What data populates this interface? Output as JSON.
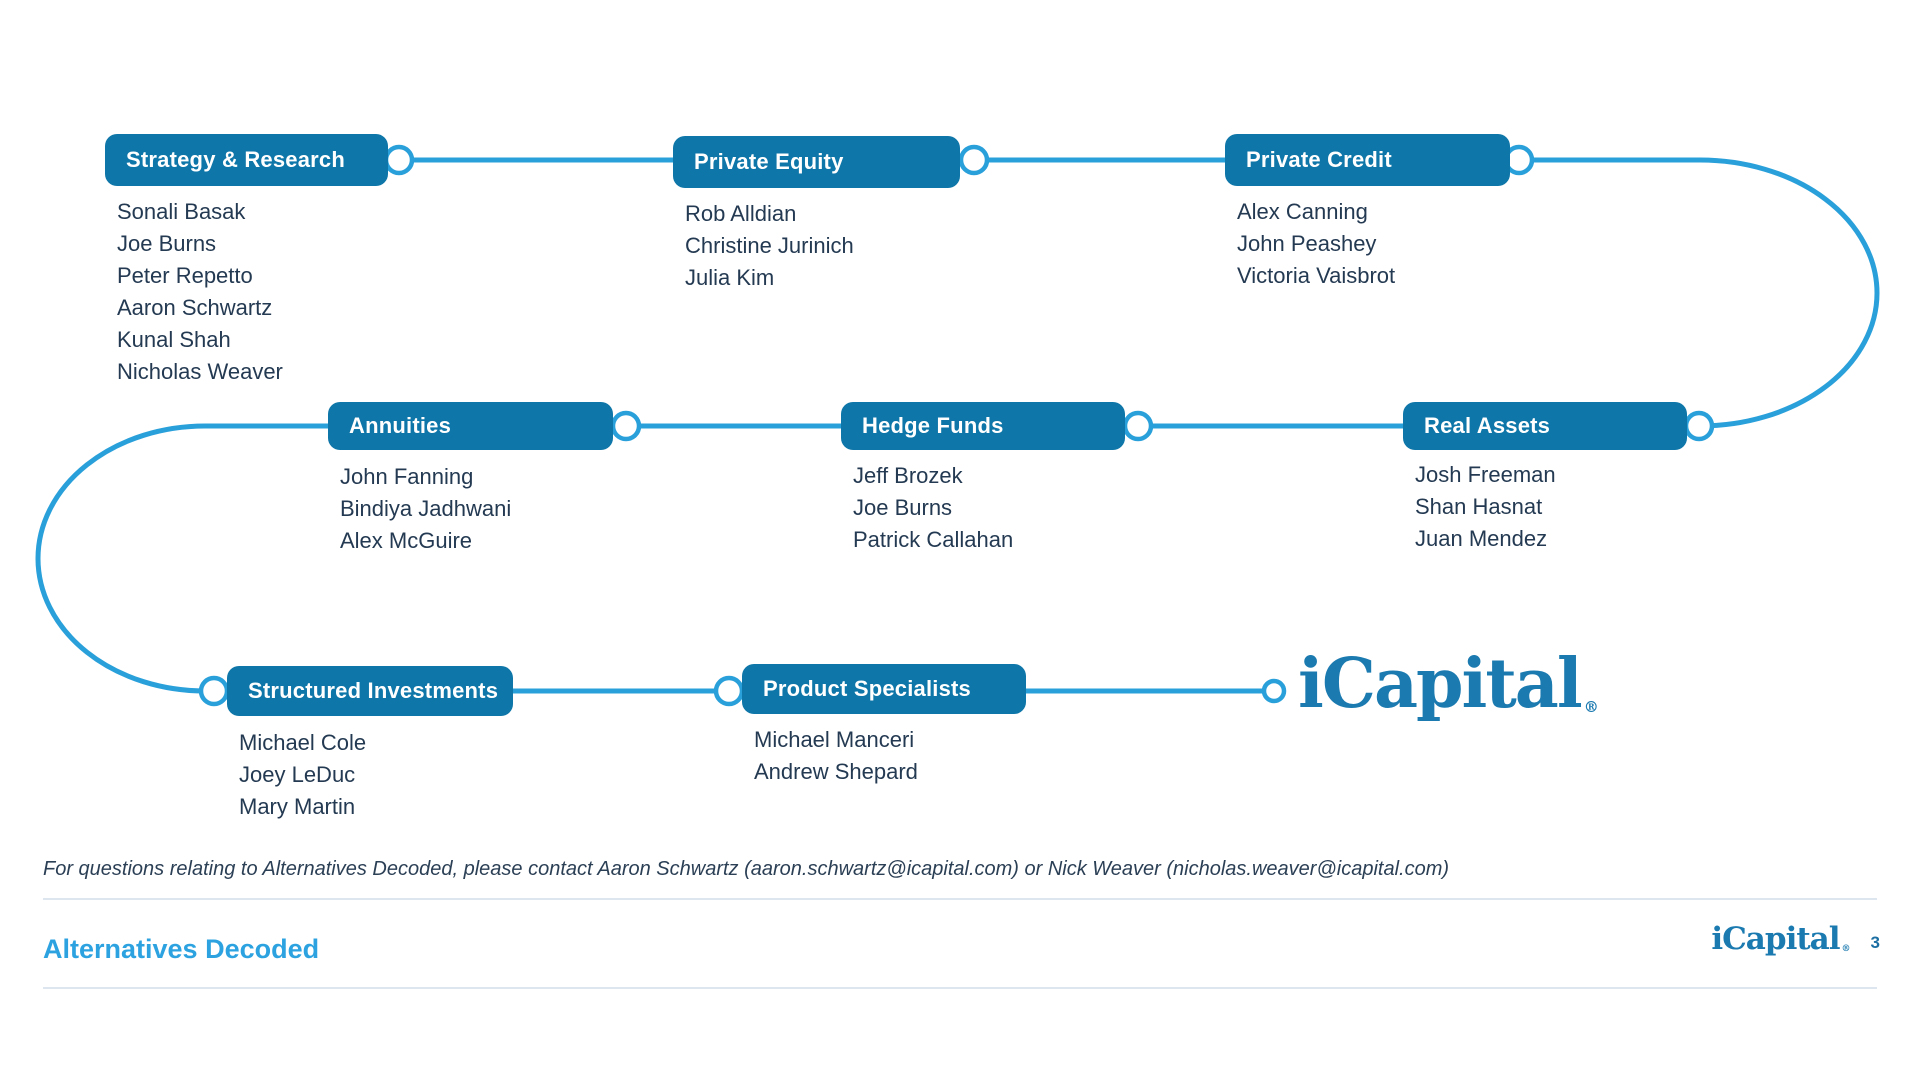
{
  "colors": {
    "box_fill": "#0e76a8",
    "flow_line": "#2aa0da",
    "node_fill": "#ffffff",
    "member_text": "#243a52",
    "footer_accent": "#2ca3e0",
    "logo_blue": "#1b7ab0"
  },
  "teams": [
    {
      "title": "Strategy & Research",
      "members": [
        "Sonali Basak",
        "Joe Burns",
        "Peter Repetto",
        "Aaron Schwartz",
        "Kunal Shah",
        "Nicholas Weaver"
      ]
    },
    {
      "title": "Private Equity",
      "members": [
        "Rob Alldian",
        "Christine Jurinich",
        "Julia Kim"
      ]
    },
    {
      "title": "Private Credit",
      "members": [
        "Alex Canning",
        "John Peashey",
        "Victoria Vaisbrot"
      ]
    },
    {
      "title": "Annuities",
      "members": [
        "John Fanning",
        "Bindiya Jadhwani",
        "Alex McGuire"
      ]
    },
    {
      "title": "Hedge Funds",
      "members": [
        "Jeff Brozek",
        "Joe Burns",
        "Patrick Callahan"
      ]
    },
    {
      "title": "Real Assets",
      "members": [
        "Josh Freeman",
        "Shan Hasnat",
        "Juan Mendez"
      ]
    },
    {
      "title": "Structured Investments",
      "members": [
        "Michael Cole",
        "Joey LeDuc",
        "Mary Martin"
      ]
    },
    {
      "title": "Product Specialists",
      "members": [
        "Michael Manceri",
        "Andrew Shepard"
      ]
    }
  ],
  "logo": {
    "text": "iCapital",
    "registered_mark": "®"
  },
  "footnote": "For questions relating to Alternatives Decoded, please contact Aaron Schwartz (aaron.schwartz@icapital.com) or Nick Weaver (nicholas.weaver@icapital.com)",
  "footer": {
    "title": "Alternatives Decoded",
    "logo_text": "iCapital",
    "registered_mark": "®",
    "page_number": "3"
  }
}
